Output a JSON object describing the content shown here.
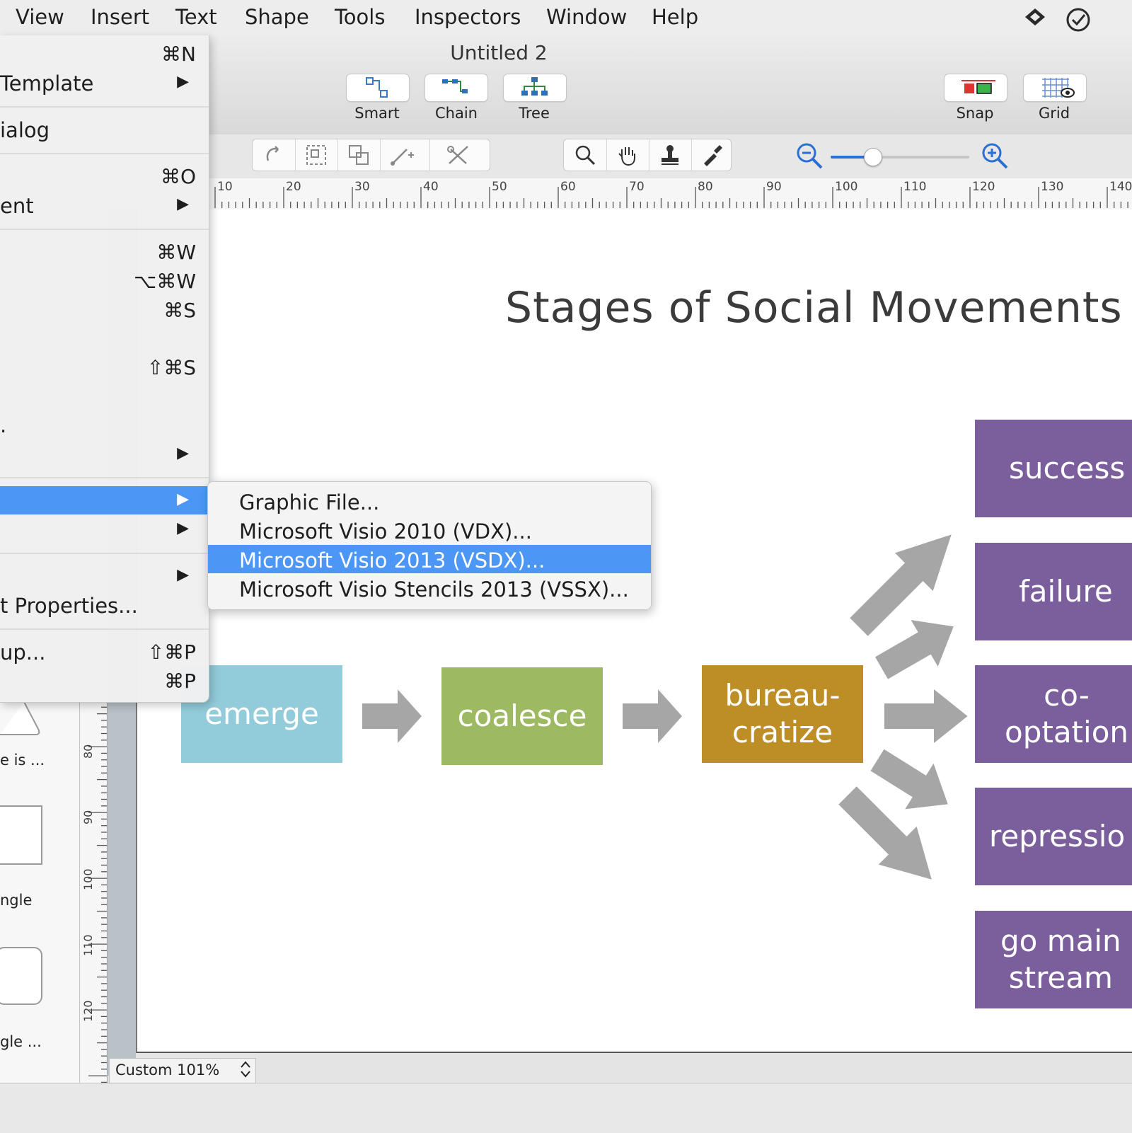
{
  "menubar": {
    "items": [
      "View",
      "Insert",
      "Text",
      "Shape",
      "Tools",
      "Inspectors",
      "Window",
      "Help"
    ]
  },
  "window": {
    "title": "Untitled 2"
  },
  "toolbar": {
    "smart": "Smart",
    "chain": "Chain",
    "tree": "Tree",
    "snap": "Snap",
    "grid": "Grid"
  },
  "zoom_slider": {
    "level": 0.3
  },
  "ruler": {
    "h_labels": [
      "10",
      "20",
      "30",
      "40",
      "50",
      "60",
      "70",
      "80",
      "90",
      "100",
      "110",
      "120",
      "130",
      "140"
    ],
    "v_labels": [
      "80",
      "90",
      "100",
      "110",
      "120"
    ]
  },
  "file_menu": {
    "new_shortcut": "⌘N",
    "template_label": "Template",
    "dialog_label": "ialog",
    "open_shortcut": "⌘O",
    "recent_label": "ent",
    "close_shortcut": "⌘W",
    "close_all_shortcut": "⌥⌘W",
    "save_shortcut": "⌘S",
    "save_as_shortcut": "⇧⌘S",
    "dot_label": ".",
    "properties_label": "t Properties...",
    "page_setup_label": "up...",
    "page_setup_shortcut": "⇧⌘P",
    "print_shortcut": "⌘P"
  },
  "export_submenu": {
    "items": [
      "Graphic File...",
      "Microsoft Visio 2010 (VDX)...",
      "Microsoft Visio 2013 (VSDX)...",
      "Microsoft Visio Stencils 2013 (VSSX)..."
    ],
    "highlighted_index": 2
  },
  "diagram": {
    "title": "Stages of Social Movements",
    "stages": [
      "emerge",
      "coalesce",
      "bureau-\ncratize"
    ],
    "outcomes": [
      "success",
      "failure",
      "co-\noptation",
      "repressio",
      "go main\nstream"
    ],
    "colors": {
      "emerge": "#92cbd9",
      "coalesce": "#9dba63",
      "bureaucratize": "#bd8e26",
      "outcome": "#7b5f9d",
      "arrow": "#a6a6a6"
    }
  },
  "stencil": {
    "labels": [
      "e is ...",
      "ngle",
      "gle ..."
    ]
  },
  "statusbar": {
    "zoom_value": "Custom 101%",
    "stepper_glyph": "⌃⌄"
  }
}
